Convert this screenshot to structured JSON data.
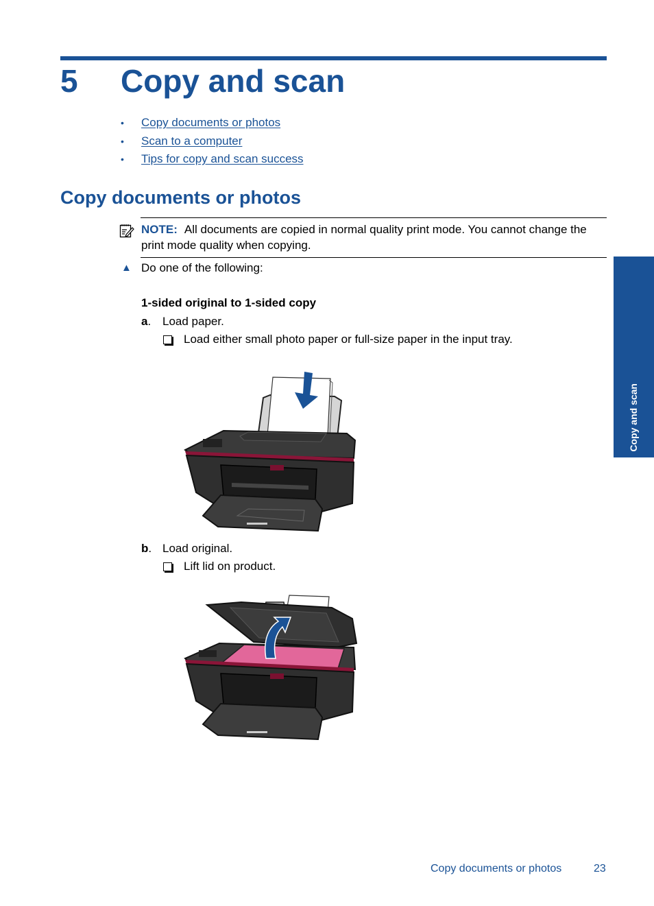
{
  "chapter": {
    "number": "5",
    "title": "Copy and scan",
    "toc": [
      {
        "label": "Copy documents or photos"
      },
      {
        "label": "Scan to a computer"
      },
      {
        "label": "Tips for copy and scan success"
      }
    ]
  },
  "section": {
    "title": "Copy documents or photos",
    "note": {
      "label": "NOTE:",
      "text": "All documents are copied in normal quality print mode. You cannot change the print mode quality when copying."
    },
    "step_intro": "Do one of the following:",
    "step_marker": "▲",
    "subheading": "1-sided original to 1-sided copy",
    "steps": [
      {
        "letter": "a",
        "text": "Load paper.",
        "substeps": [
          "Load either small photo paper or full-size paper in the input tray."
        ],
        "figure": "printer-loading-paper-illustration"
      },
      {
        "letter": "b",
        "text": "Load original.",
        "substeps": [
          "Lift lid on product."
        ],
        "figure": "printer-lift-lid-illustration"
      }
    ]
  },
  "side_tab": {
    "label": "Copy and scan"
  },
  "footer": {
    "section_title": "Copy documents or photos",
    "page_number": "23"
  },
  "colors": {
    "brand_blue": "#1a5296",
    "accent_red": "#8a1538",
    "glass_pink": "#e2679a"
  }
}
